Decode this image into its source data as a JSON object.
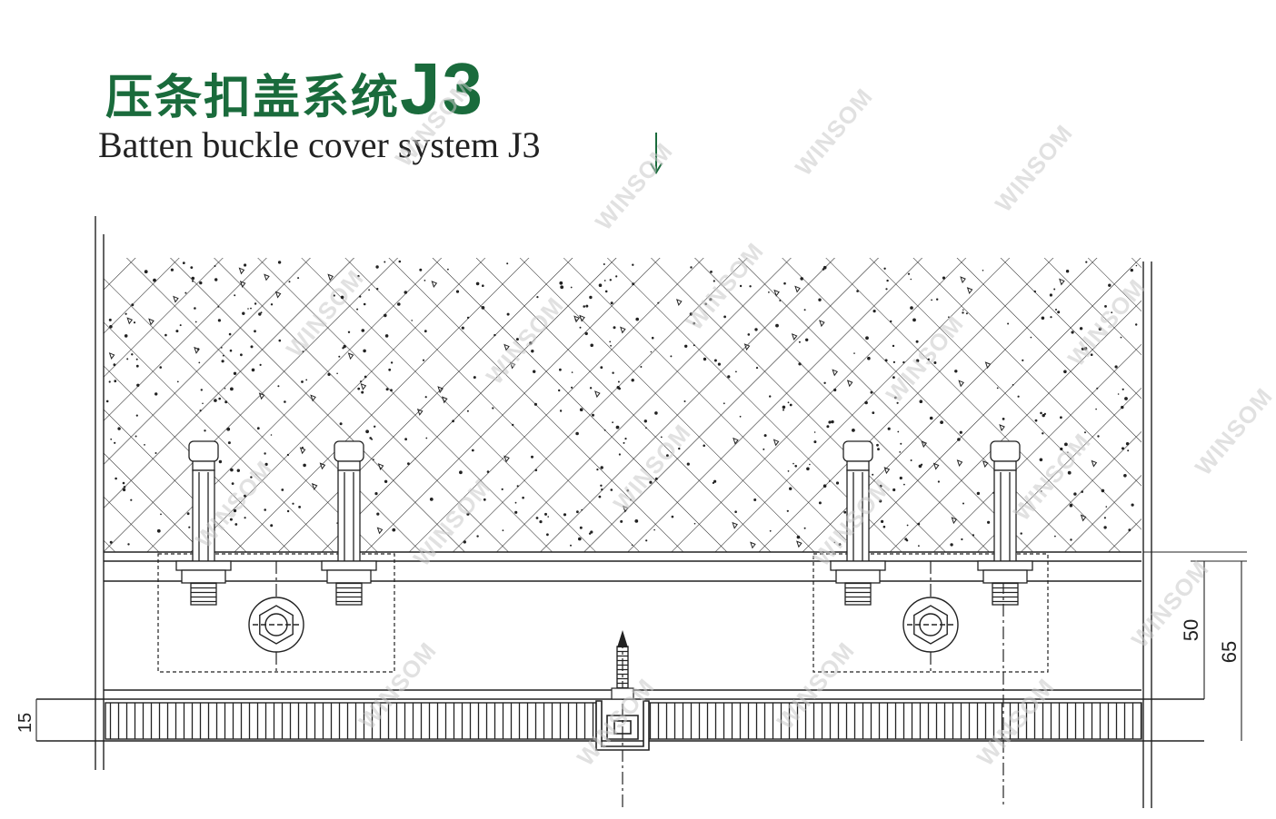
{
  "title": {
    "chinese": "压条扣盖系统",
    "code": "J3",
    "english": "Batten buckle cover system J3"
  },
  "dimensions": {
    "d50": "50",
    "d65": "65",
    "d15": "15"
  },
  "watermark": "WINSOM",
  "colors": {
    "title_green": "#1a6b3c",
    "line": "#222222"
  },
  "icons": {
    "down_arrow": "arrow-down-icon"
  }
}
